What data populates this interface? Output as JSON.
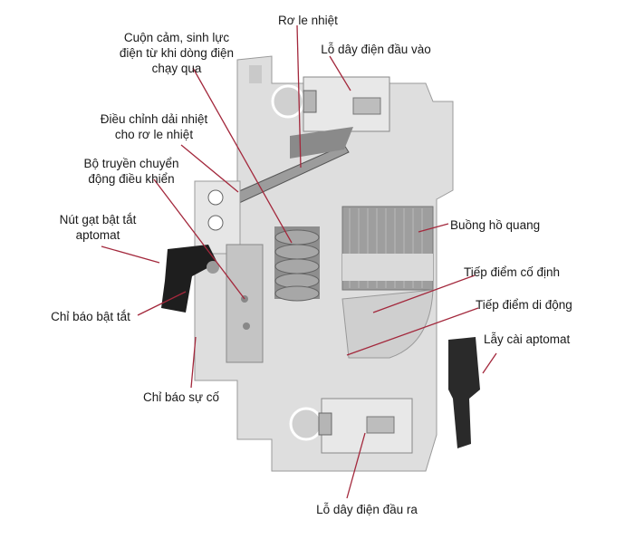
{
  "colors": {
    "leader": "#a3283c",
    "body": "#dcdcdc",
    "body_dark": "#a9a9a9",
    "lever": "#1e1e1e"
  },
  "labels": {
    "coil": [
      "Cuộn cảm, sinh lực",
      "điện từ khi dòng điện",
      "chạy qua"
    ],
    "thermal_relay": "Rơ le nhiệt",
    "input_terminal": "Lỗ dây điện đầu vào",
    "thermal_adjust": [
      "Điều chỉnh dải nhiệt",
      "cho rơ le nhiệt"
    ],
    "control_mechanism": [
      "Bộ truyền chuyển",
      "động điều khiển"
    ],
    "toggle_lever": [
      "Nút gạt bật tắt",
      "aptomat"
    ],
    "on_off_indicator": "Chỉ báo bật tắt",
    "fault_indicator": "Chỉ báo sự cố",
    "arc_chamber": "Buồng hồ quang",
    "fixed_contact": "Tiếp điểm cố định",
    "moving_contact": "Tiếp điểm di động",
    "din_latch": "Lẫy cài aptomat",
    "output_terminal": "Lỗ dây điện đầu ra"
  }
}
